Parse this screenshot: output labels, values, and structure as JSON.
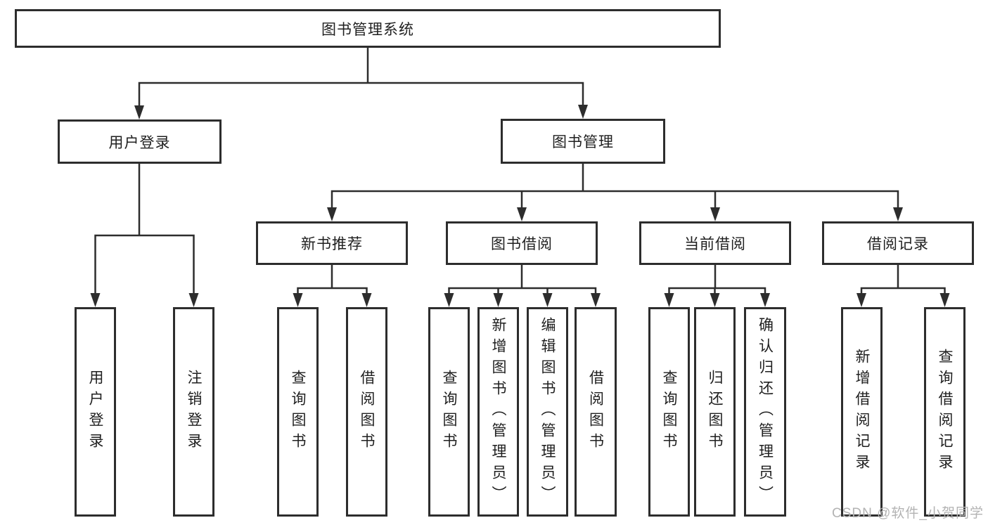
{
  "title": {
    "label": "图书管理系统"
  },
  "level2": [
    {
      "label": "用户登录"
    },
    {
      "label": "图书管理"
    }
  ],
  "level3": [
    {
      "label": "新书推荐"
    },
    {
      "label": "图书借阅"
    },
    {
      "label": "当前借阅"
    },
    {
      "label": "借阅记录"
    }
  ],
  "leaves": [
    {
      "label": "用户登录"
    },
    {
      "label": "注销登录"
    },
    {
      "label": "查询图书"
    },
    {
      "label": "借阅图书"
    },
    {
      "label": "查询图书"
    },
    {
      "label": "新增图书（管理员）"
    },
    {
      "label": "编辑图书（管理员）"
    },
    {
      "label": "借阅图书"
    },
    {
      "label": "查询图书"
    },
    {
      "label": "归还图书"
    },
    {
      "label": "确认归还（管理员）"
    },
    {
      "label": "新增借阅记录"
    },
    {
      "label": "查询借阅记录"
    }
  ],
  "watermark": {
    "text": "CSDN @软件_小贺同学"
  },
  "colors": {
    "background": "#ffffff",
    "line": "#2d2d2d",
    "box_border": "#2d2d2d",
    "text": "#1f1f1f",
    "watermark": "#b3b3b3"
  }
}
